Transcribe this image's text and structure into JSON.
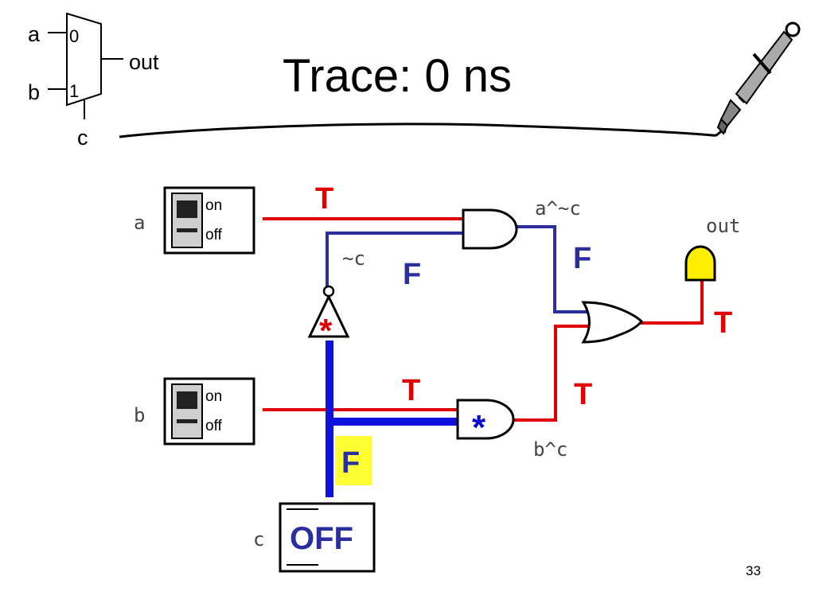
{
  "title": "Trace:  0 ns",
  "page_number": "33",
  "mux": {
    "input_a": "a",
    "input_b": "b",
    "select": "c",
    "output": "out",
    "label_0": "0",
    "label_1": "1"
  },
  "circuit": {
    "switch_a": {
      "label": "a",
      "on": "on",
      "off": "off"
    },
    "switch_b": {
      "label": "b",
      "on": "on",
      "off": "off"
    },
    "switch_c": {
      "label": "c",
      "state": "OFF"
    },
    "not_label": "~c",
    "and_top_label": "a^~c",
    "and_bottom_label": "b^c",
    "out_label": "out",
    "values": {
      "a_wire": "T",
      "not_out": "F",
      "and_top_out": "F",
      "or_out": "T",
      "b_wire": "T",
      "and_bottom_out": "T",
      "c_wire": "F"
    },
    "markers": {
      "not_gate": "*",
      "and_bottom": "*"
    },
    "colors": {
      "true": "#e00000",
      "false": "#2b2e9e",
      "c_wire": "#1010dd",
      "highlight": "#ffff33"
    }
  }
}
